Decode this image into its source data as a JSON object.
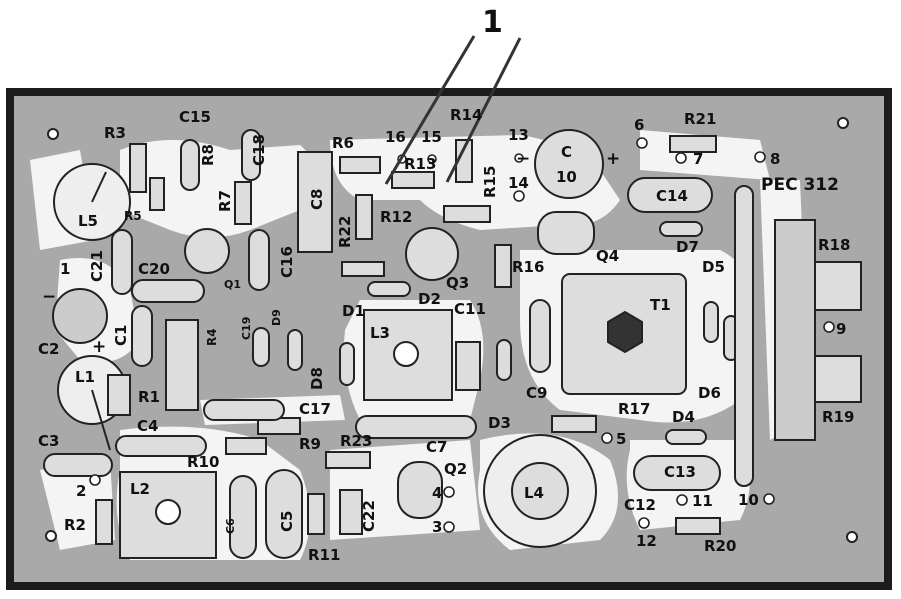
{
  "title": "PEC 312",
  "callout": "1",
  "labels": {
    "R3": "R3",
    "C15": "C15",
    "R8": "R8",
    "C18": "C18",
    "R6": "R6",
    "R5": "R5",
    "R7": "R7",
    "C8": "C8",
    "R22": "R22",
    "L5": "L5",
    "C21": "C21",
    "C20": "C20",
    "Q1": "Q1",
    "C16": "C16",
    "C19": "C19",
    "D9": "D9",
    "C1": "C1",
    "C2": "C2",
    "R4": "R4",
    "R1": "R1",
    "L1": "L1",
    "C4": "C4",
    "C3": "C3",
    "R10": "R10",
    "R9": "R9",
    "C17": "C17",
    "D8": "D8",
    "D1": "D1",
    "L3": "L3",
    "D2": "D2",
    "Q3": "Q3",
    "C11": "C11",
    "R12": "R12",
    "R13": "R13",
    "R14": "R14",
    "R15": "R15",
    "R16": "R16",
    "C": "C",
    "Q4": "Q4",
    "T1": "T1",
    "C14": "C14",
    "R21": "R21",
    "D7": "D7",
    "D5": "D5",
    "D6": "D6",
    "R18": "R18",
    "R19": "R19",
    "D4": "D4",
    "C9": "C9",
    "R17": "R17",
    "D3": "D3",
    "C13": "C13",
    "C12": "C12",
    "R20": "R20",
    "L4": "L4",
    "Q2": "Q2",
    "C7": "C7",
    "R23": "R23",
    "C22": "C22",
    "C5": "C5",
    "C6": "C6",
    "R11": "R11",
    "L2": "L2",
    "R2": "R2"
  },
  "pins": {
    "p16": "16",
    "p15": "15",
    "p13": "13",
    "p14": "14",
    "p6": "6",
    "p7": "7",
    "p8": "8",
    "p9": "9",
    "p10": "10",
    "p11": "11",
    "p12": "12",
    "p5": "5",
    "p4": "4",
    "p3": "3",
    "p2": "2",
    "p1": "1",
    "c10": "10"
  },
  "signs": {
    "minus": "−",
    "plus": "+"
  }
}
